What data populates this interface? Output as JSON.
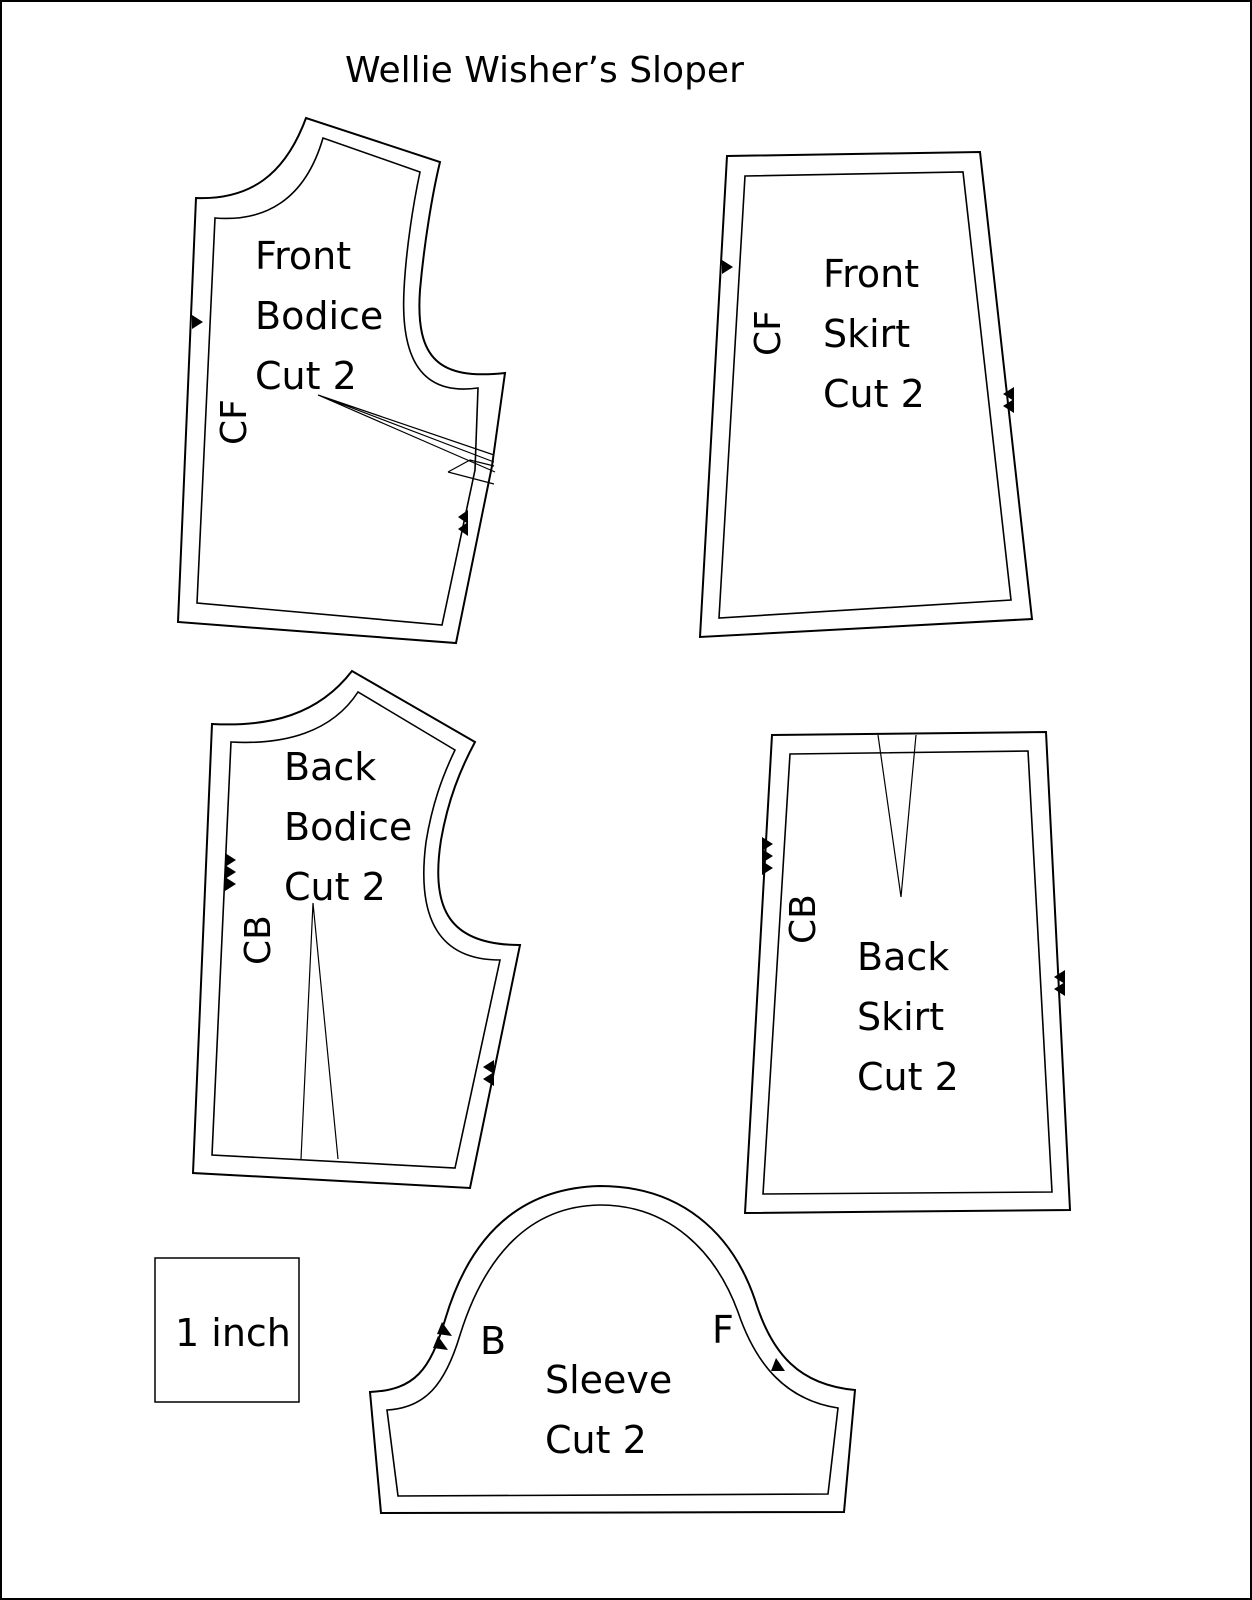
{
  "title": "Wellie Wisher’s Sloper",
  "pieces": {
    "front_bodice": {
      "line1": "Front",
      "line2": "Bodice",
      "line3": "Cut 2",
      "side": "CF"
    },
    "front_skirt": {
      "line1": "Front",
      "line2": "Skirt",
      "line3": "Cut 2",
      "side": "CF"
    },
    "back_bodice": {
      "line1": "Back",
      "line2": "Bodice",
      "line3": "Cut 2",
      "side": "CB"
    },
    "back_skirt": {
      "line1": "Back",
      "line2": "Skirt",
      "line3": "Cut 2",
      "side": "CB"
    },
    "sleeve": {
      "line1": "Sleeve",
      "line2": "Cut 2",
      "back_mark": "B",
      "front_mark": "F"
    }
  },
  "scale": {
    "label": "1 inch"
  }
}
